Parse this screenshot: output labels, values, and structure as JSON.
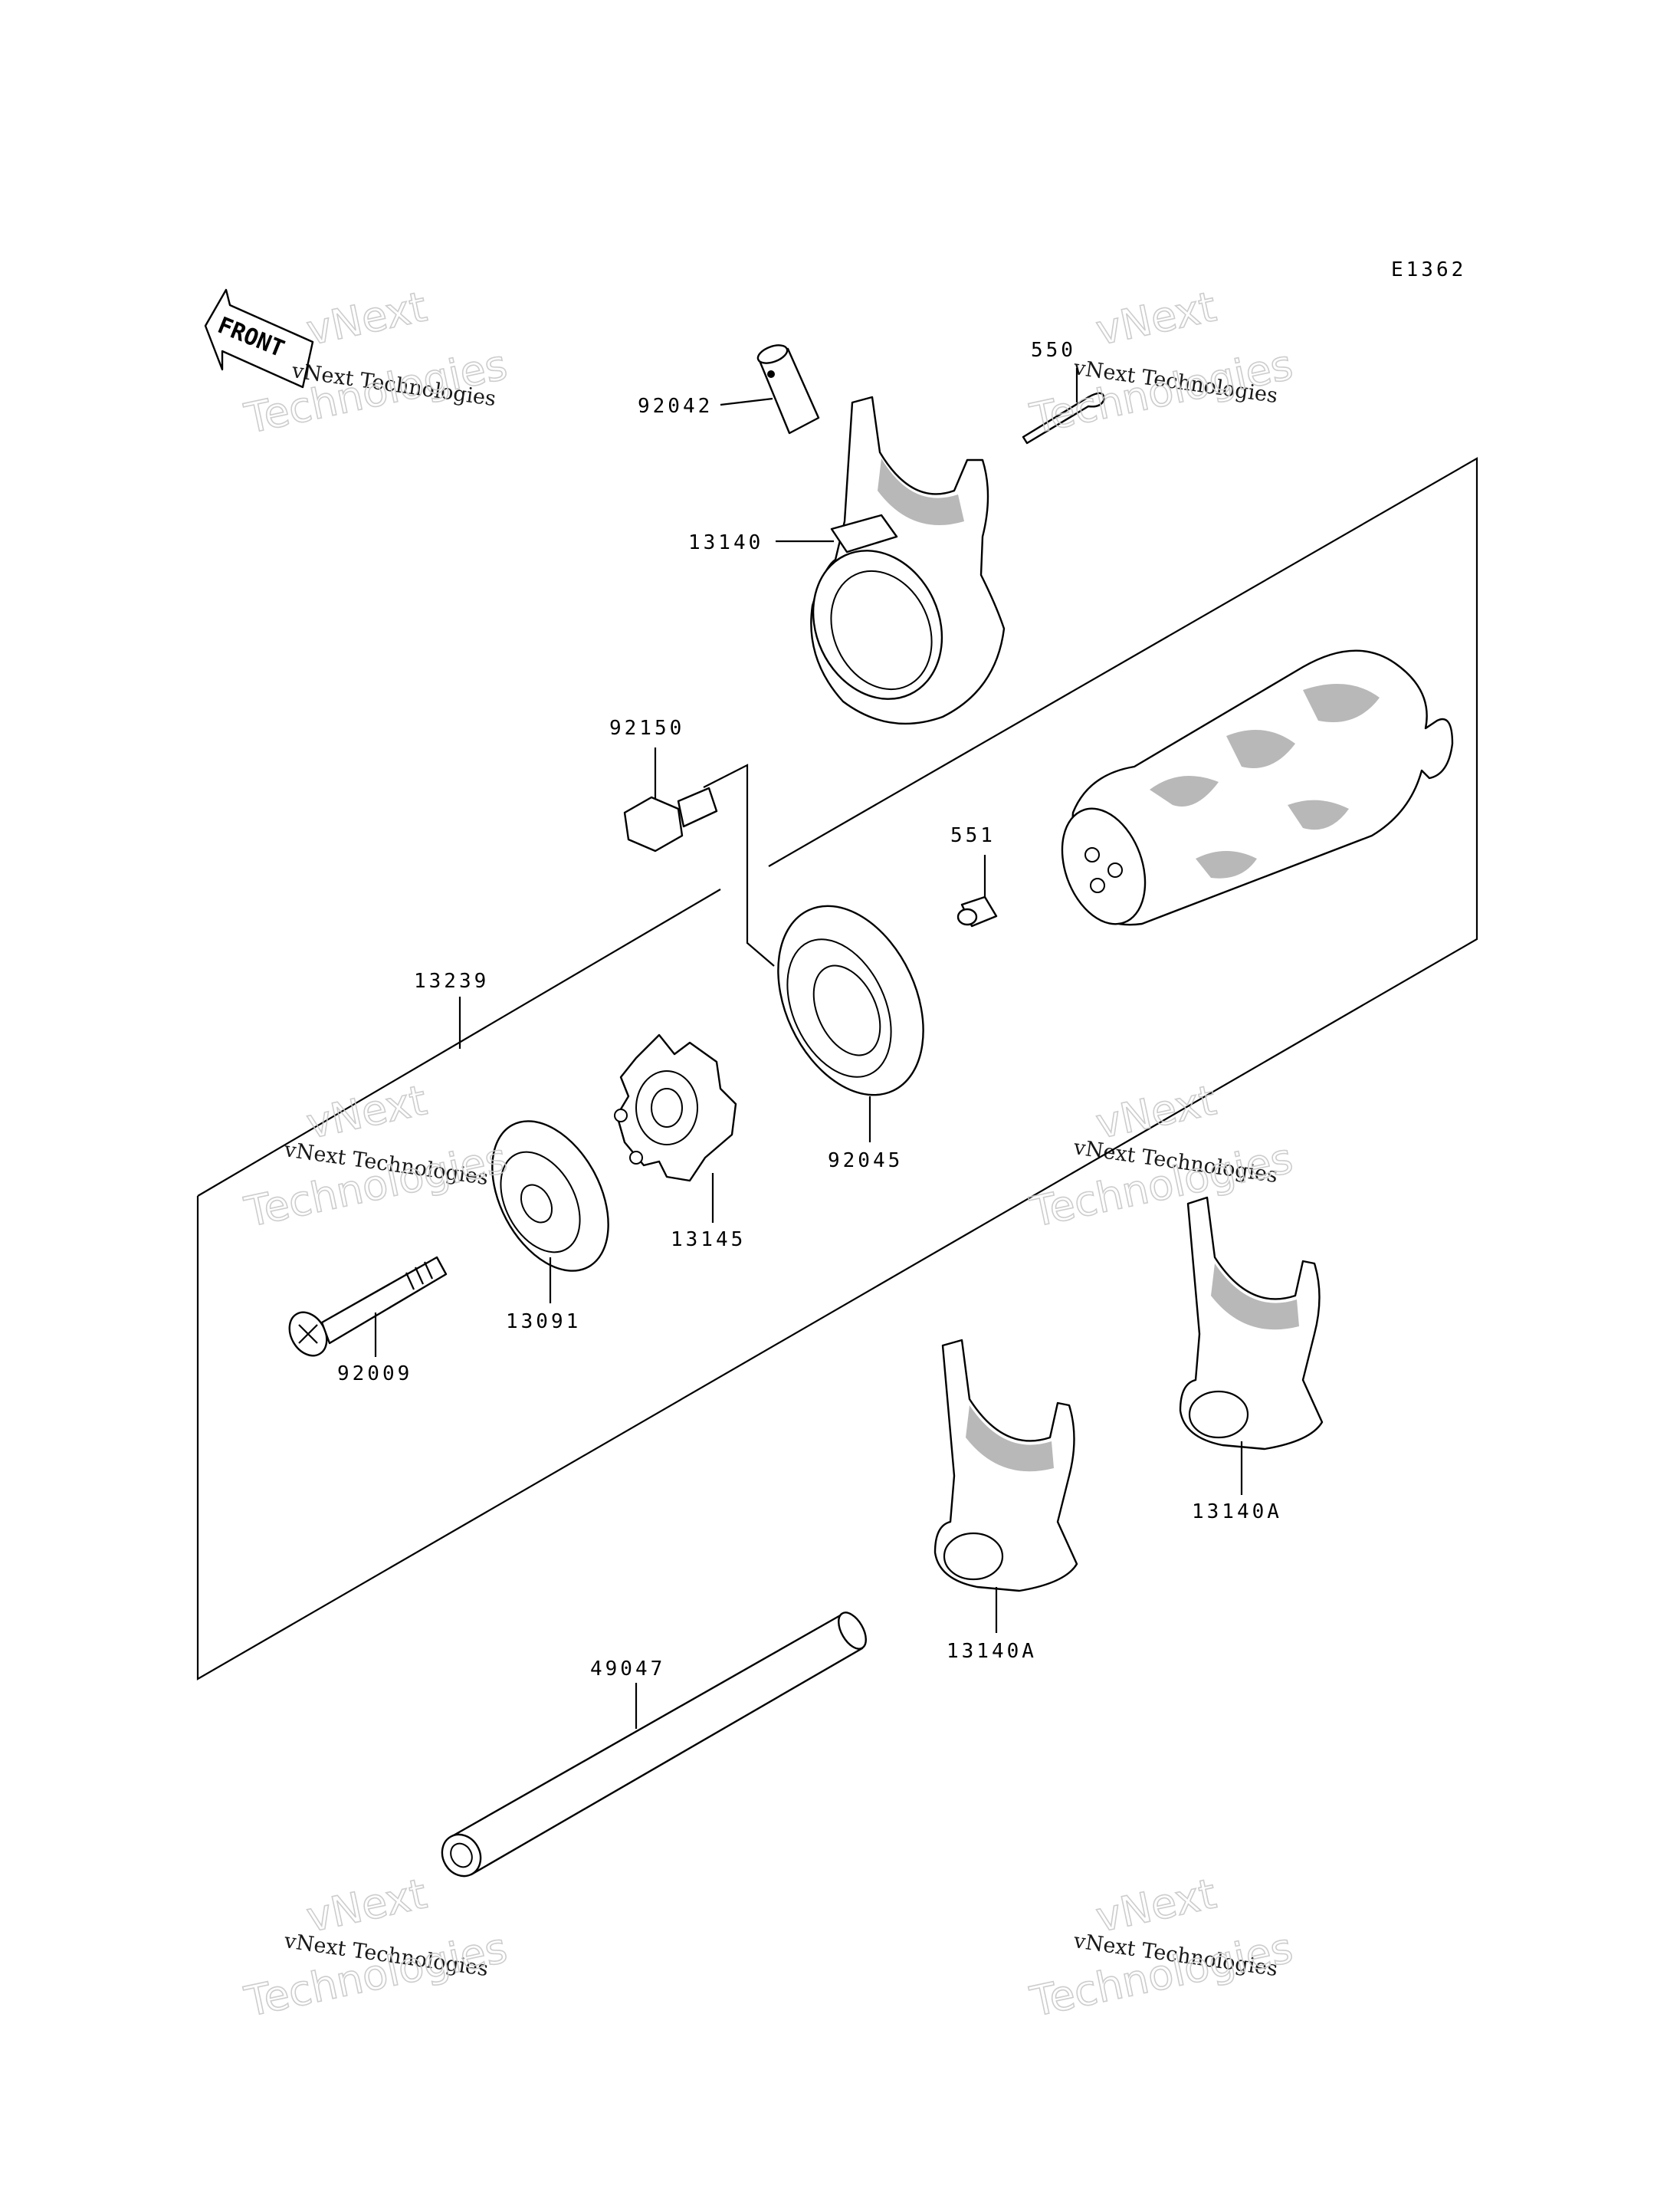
{
  "diagram_code": "E1362",
  "front_arrow": "FRONT",
  "watermark": {
    "brand": "vNext",
    "line1": "vNext Technologies",
    "line2": "Technologies"
  },
  "callouts": {
    "p92042": "92042",
    "p550": "550",
    "p13140": "13140",
    "p92150": "92150",
    "p551": "551",
    "p13239": "13239",
    "p92045": "92045",
    "p13145": "13145",
    "p13091": "13091",
    "p92009": "92009",
    "p13140A_right": "13140A",
    "p13140A_left": "13140A",
    "p49047": "49047"
  },
  "icons": {
    "front": "front-arrow-icon"
  }
}
